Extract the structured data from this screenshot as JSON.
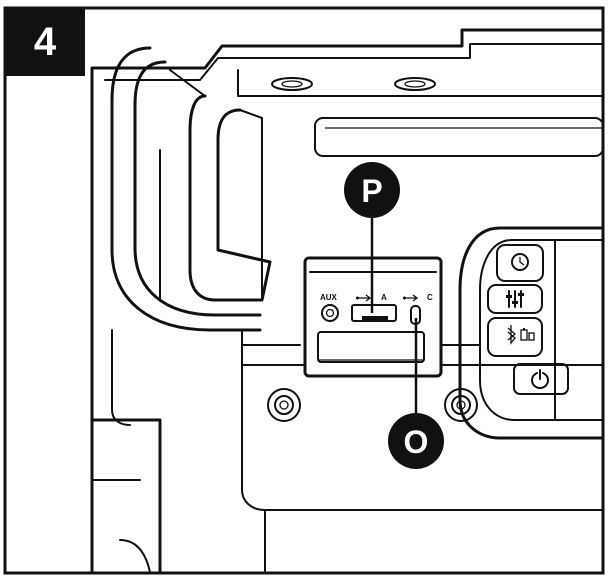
{
  "step": {
    "number": "4"
  },
  "callouts": {
    "p": "P",
    "o": "O"
  },
  "ports": {
    "aux": "AUX",
    "usb_a": "A",
    "usb_c": "C"
  },
  "icons": [
    "usb-icon",
    "clock-icon",
    "equalizer-icon",
    "bluetooth-icon",
    "battery-icon",
    "power-icon"
  ],
  "colors": {
    "line": "#111111",
    "background": "#ffffff"
  }
}
